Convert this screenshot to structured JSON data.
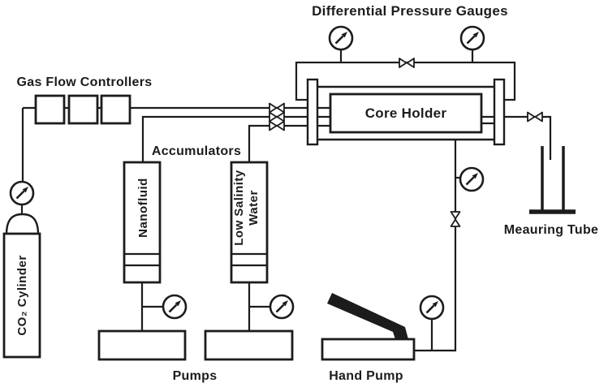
{
  "diagram": {
    "title": "Differential Pressure Gauges",
    "labels": {
      "gas_flow_controllers": "Gas Flow Controllers",
      "accumulators": "Accumulators",
      "core_holder": "Core Holder",
      "co2_cylinder": "CO₂ Cylinder",
      "nanofluid": "Nanofluid",
      "low_salinity_line1": "Low Salinity",
      "low_salinity_line2": "Water",
      "pumps": "Pumps",
      "hand_pump": "Hand Pump",
      "measuring_tube": "Meauring Tube"
    },
    "icons": {
      "pressure_gauge": "circle with NE arrow needle",
      "valve": "bowtie two-triangle valve"
    },
    "colors": {
      "line": "#1c1c1c",
      "background": "#ffffff"
    }
  }
}
